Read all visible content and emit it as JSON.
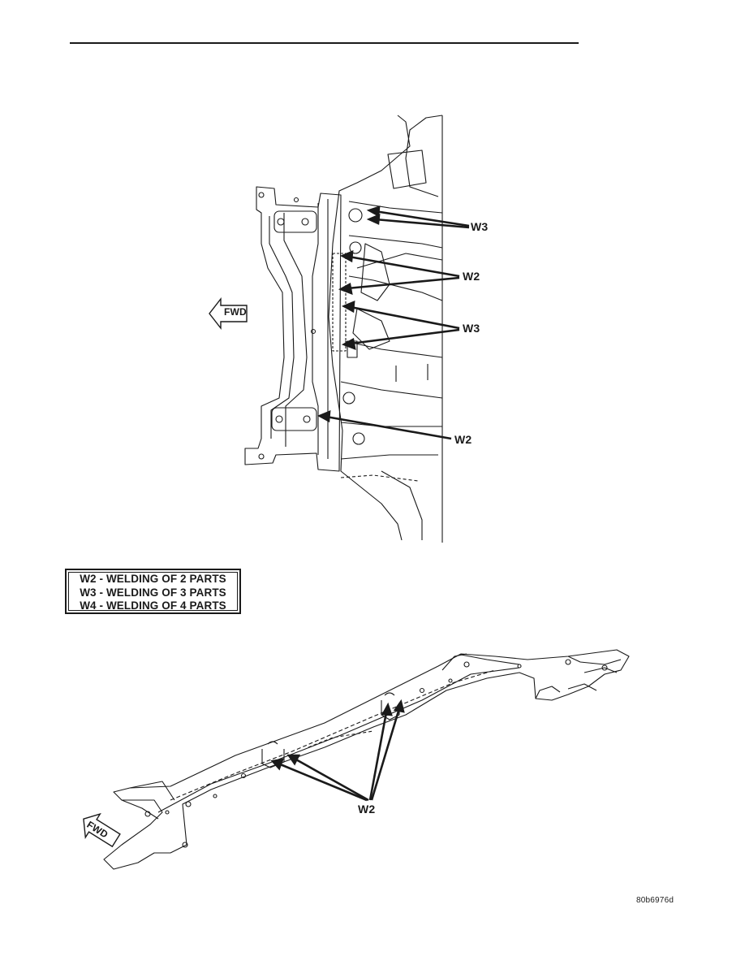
{
  "top_figure": {
    "fwd_label": "FWD",
    "callouts": [
      "W3",
      "W2",
      "W3",
      "W2"
    ]
  },
  "legend": {
    "lines": [
      "W2 - WELDING OF 2 PARTS",
      "W3 - WELDING OF 3 PARTS",
      "W4 - WELDING OF 4 PARTS"
    ]
  },
  "bottom_figure": {
    "fwd_label": "FWD",
    "callout": "W2"
  },
  "figure_id": "80b6976d",
  "colors": {
    "ink": "#1a1a1a",
    "paper": "#ffffff"
  }
}
